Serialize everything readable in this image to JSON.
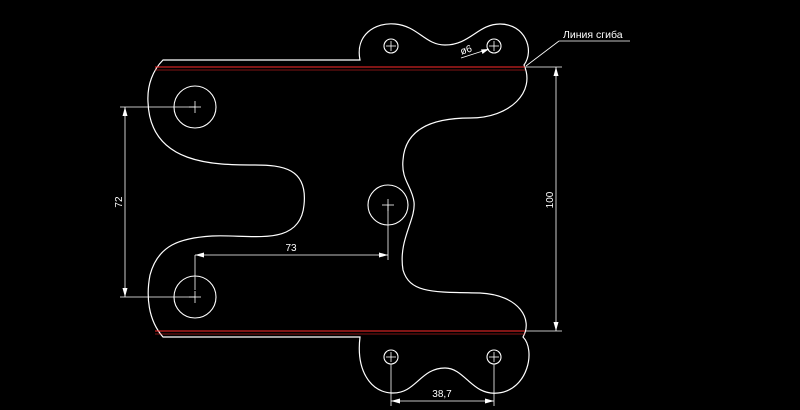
{
  "colors": {
    "background": "#000000",
    "outline": "#ffffff",
    "bend_line": "#ff2a2a",
    "dimension": "#ffffff"
  },
  "labels": {
    "bend_line": "Линия сгиба"
  },
  "dimensions": {
    "vertical_hole_spacing": "72",
    "horizontal_center_offset": "73",
    "overall_height": "100",
    "tab_hole_spacing": "38,7",
    "small_hole_diameter": "ø6"
  }
}
